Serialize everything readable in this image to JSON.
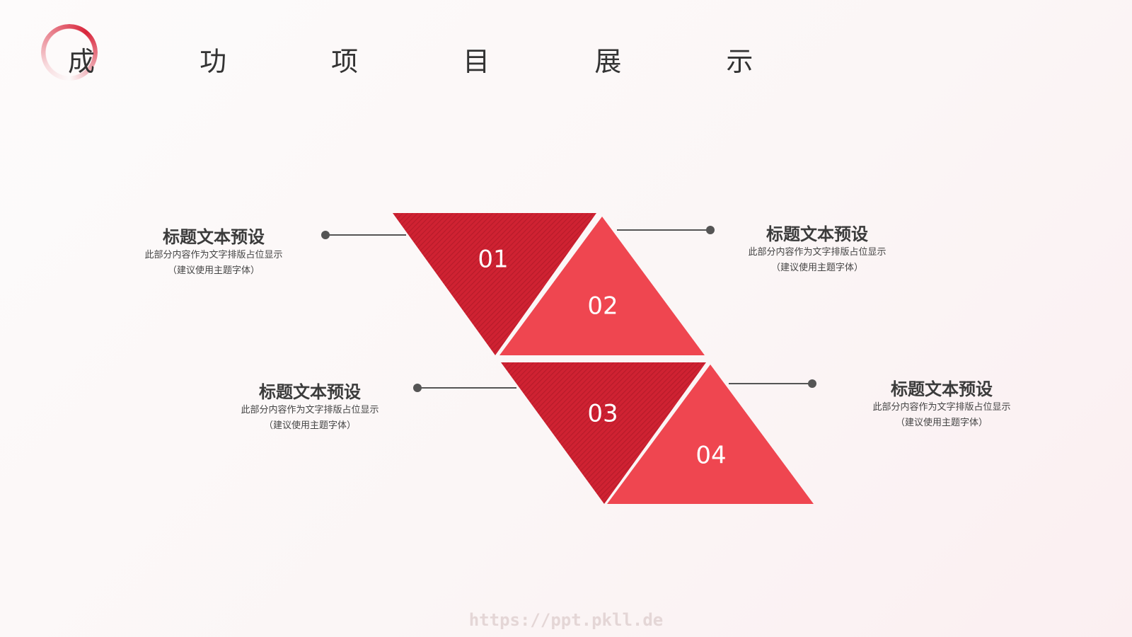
{
  "header": {
    "title": "成 功 项 目 展 示"
  },
  "colors": {
    "dark_red": "#cf2232",
    "light_red": "#ef4650",
    "connector": "#555555"
  },
  "items": [
    {
      "number": "01",
      "title": "标题文本预设",
      "desc1": "此部分内容作为文字排版占位显示",
      "desc2": "（建议使用主题字体）"
    },
    {
      "number": "02",
      "title": "标题文本预设",
      "desc1": "此部分内容作为文字排版占位显示",
      "desc2": "（建议使用主题字体）"
    },
    {
      "number": "03",
      "title": "标题文本预设",
      "desc1": "此部分内容作为文字排版占位显示",
      "desc2": "（建议使用主题字体）"
    },
    {
      "number": "04",
      "title": "标题文本预设",
      "desc1": "此部分内容作为文字排版占位显示",
      "desc2": "（建议使用主题字体）"
    }
  ],
  "footer": {
    "watermark": "https://ppt.pkll.de"
  }
}
